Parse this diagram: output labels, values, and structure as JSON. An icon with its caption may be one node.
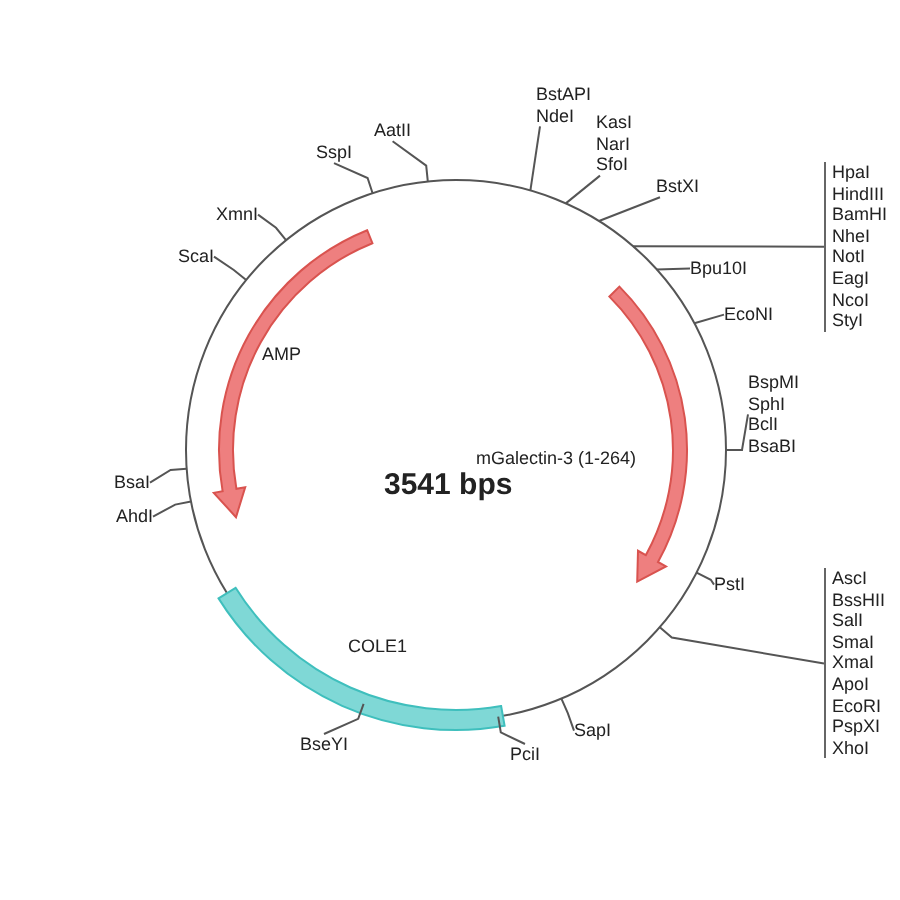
{
  "diagram": {
    "nodes": [
      {
        "text": [
          "BstAPI",
          "NdeI"
        ]
      },
      {
        "text": [
          "KasI",
          "NarI",
          "SfoI"
        ]
      },
      {
        "text": [
          "BstXI"
        ]
      },
      {
        "text": [
          "HpaI",
          "HindIII",
          "BamHI",
          "NheI",
          "NotI",
          "EagI",
          "NcoI",
          "StyI"
        ]
      },
      {
        "text": [
          "Bpu10I"
        ]
      },
      {
        "text": [
          "EcoNI"
        ]
      },
      {
        "text": [
          "BspMI",
          "SphI",
          "BclI",
          "BsaBI"
        ]
      },
      {
        "text": [
          "PstI"
        ]
      },
      {
        "text": [
          "AscI",
          "BssHII",
          "SalI",
          "SmaI",
          "XmaI",
          "ApoI",
          "EcoRI",
          "PspXI",
          "XhoI"
        ]
      },
      {
        "text": [
          "SapI"
        ]
      },
      {
        "text": [
          "PciI"
        ]
      },
      {
        "text": [
          "BseYI"
        ]
      },
      {
        "text": [
          "AhdI"
        ]
      },
      {
        "text": [
          "BsaI"
        ]
      },
      {
        "text": [
          "ScaI"
        ]
      },
      {
        "text": [
          "XmnI"
        ]
      },
      {
        "text": [
          "SspI"
        ]
      },
      {
        "text": [
          "AatII"
        ]
      }
    ],
    "edges": [
      {
        "from": 0,
        "to": null,
        "arrow": "none"
      },
      {
        "from": 1,
        "to": null,
        "arrow": "none"
      },
      {
        "from": 2,
        "to": null,
        "arrow": "none"
      },
      {
        "from": 3,
        "to": null,
        "arrow": "none"
      },
      {
        "from": 4,
        "to": null,
        "arrow": "none"
      },
      {
        "from": 5,
        "to": null,
        "arrow": "none"
      },
      {
        "from": 6,
        "to": null,
        "arrow": "none"
      },
      {
        "from": 7,
        "to": null,
        "arrow": "none"
      },
      {
        "from": 8,
        "to": null,
        "arrow": "none"
      },
      {
        "from": 9,
        "to": null,
        "arrow": "none"
      },
      {
        "from": 10,
        "to": null,
        "arrow": "none"
      },
      {
        "from": 11,
        "to": null,
        "arrow": "none"
      },
      {
        "from": 12,
        "to": null,
        "arrow": "none"
      },
      {
        "from": 13,
        "to": null,
        "arrow": "none"
      },
      {
        "from": 14,
        "to": null,
        "arrow": "none"
      },
      {
        "from": 15,
        "to": null,
        "arrow": "none"
      },
      {
        "from": 16,
        "to": null,
        "arrow": "none"
      },
      {
        "from": 17,
        "to": null,
        "arrow": "none"
      }
    ],
    "labels": [
      "AMP",
      "mGalectin-3 (1-264)",
      "3541 bps",
      "COLE1"
    ]
  }
}
